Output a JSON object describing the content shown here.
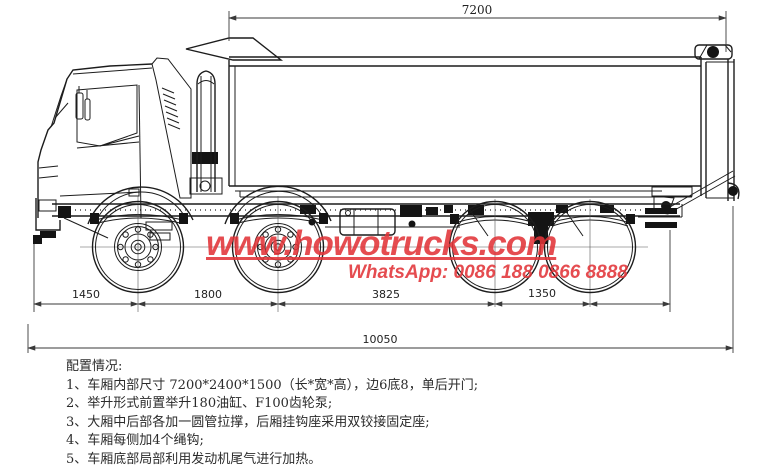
{
  "drawing": {
    "dimensions": {
      "cargo_box_length": "7200",
      "front_overhang": "1450",
      "axle1_to_axle2": "1800",
      "axle2_to_axle3": "3825",
      "axle3_to_axle4": "1350",
      "overall_length": "10050"
    }
  },
  "watermark": {
    "site": "www.howotrucks.com",
    "whatsapp": "WhatsApp: 0086 188 0866 8888",
    "color": "#e23438"
  },
  "notes": {
    "title": "配置情况:",
    "items": [
      "1、车厢内部尺寸 7200*2400*1500（长*宽*高），边6底8，单后开门;",
      "2、举升形式前置举升180油缸、F100齿轮泵;",
      "3、大厢中后部各加一圆管拉撑，后厢挂钩座采用双铰接固定座;",
      "4、车厢每侧加4个绳钩;",
      "5、车厢底部局部利用发动机尾气进行加热。"
    ]
  }
}
